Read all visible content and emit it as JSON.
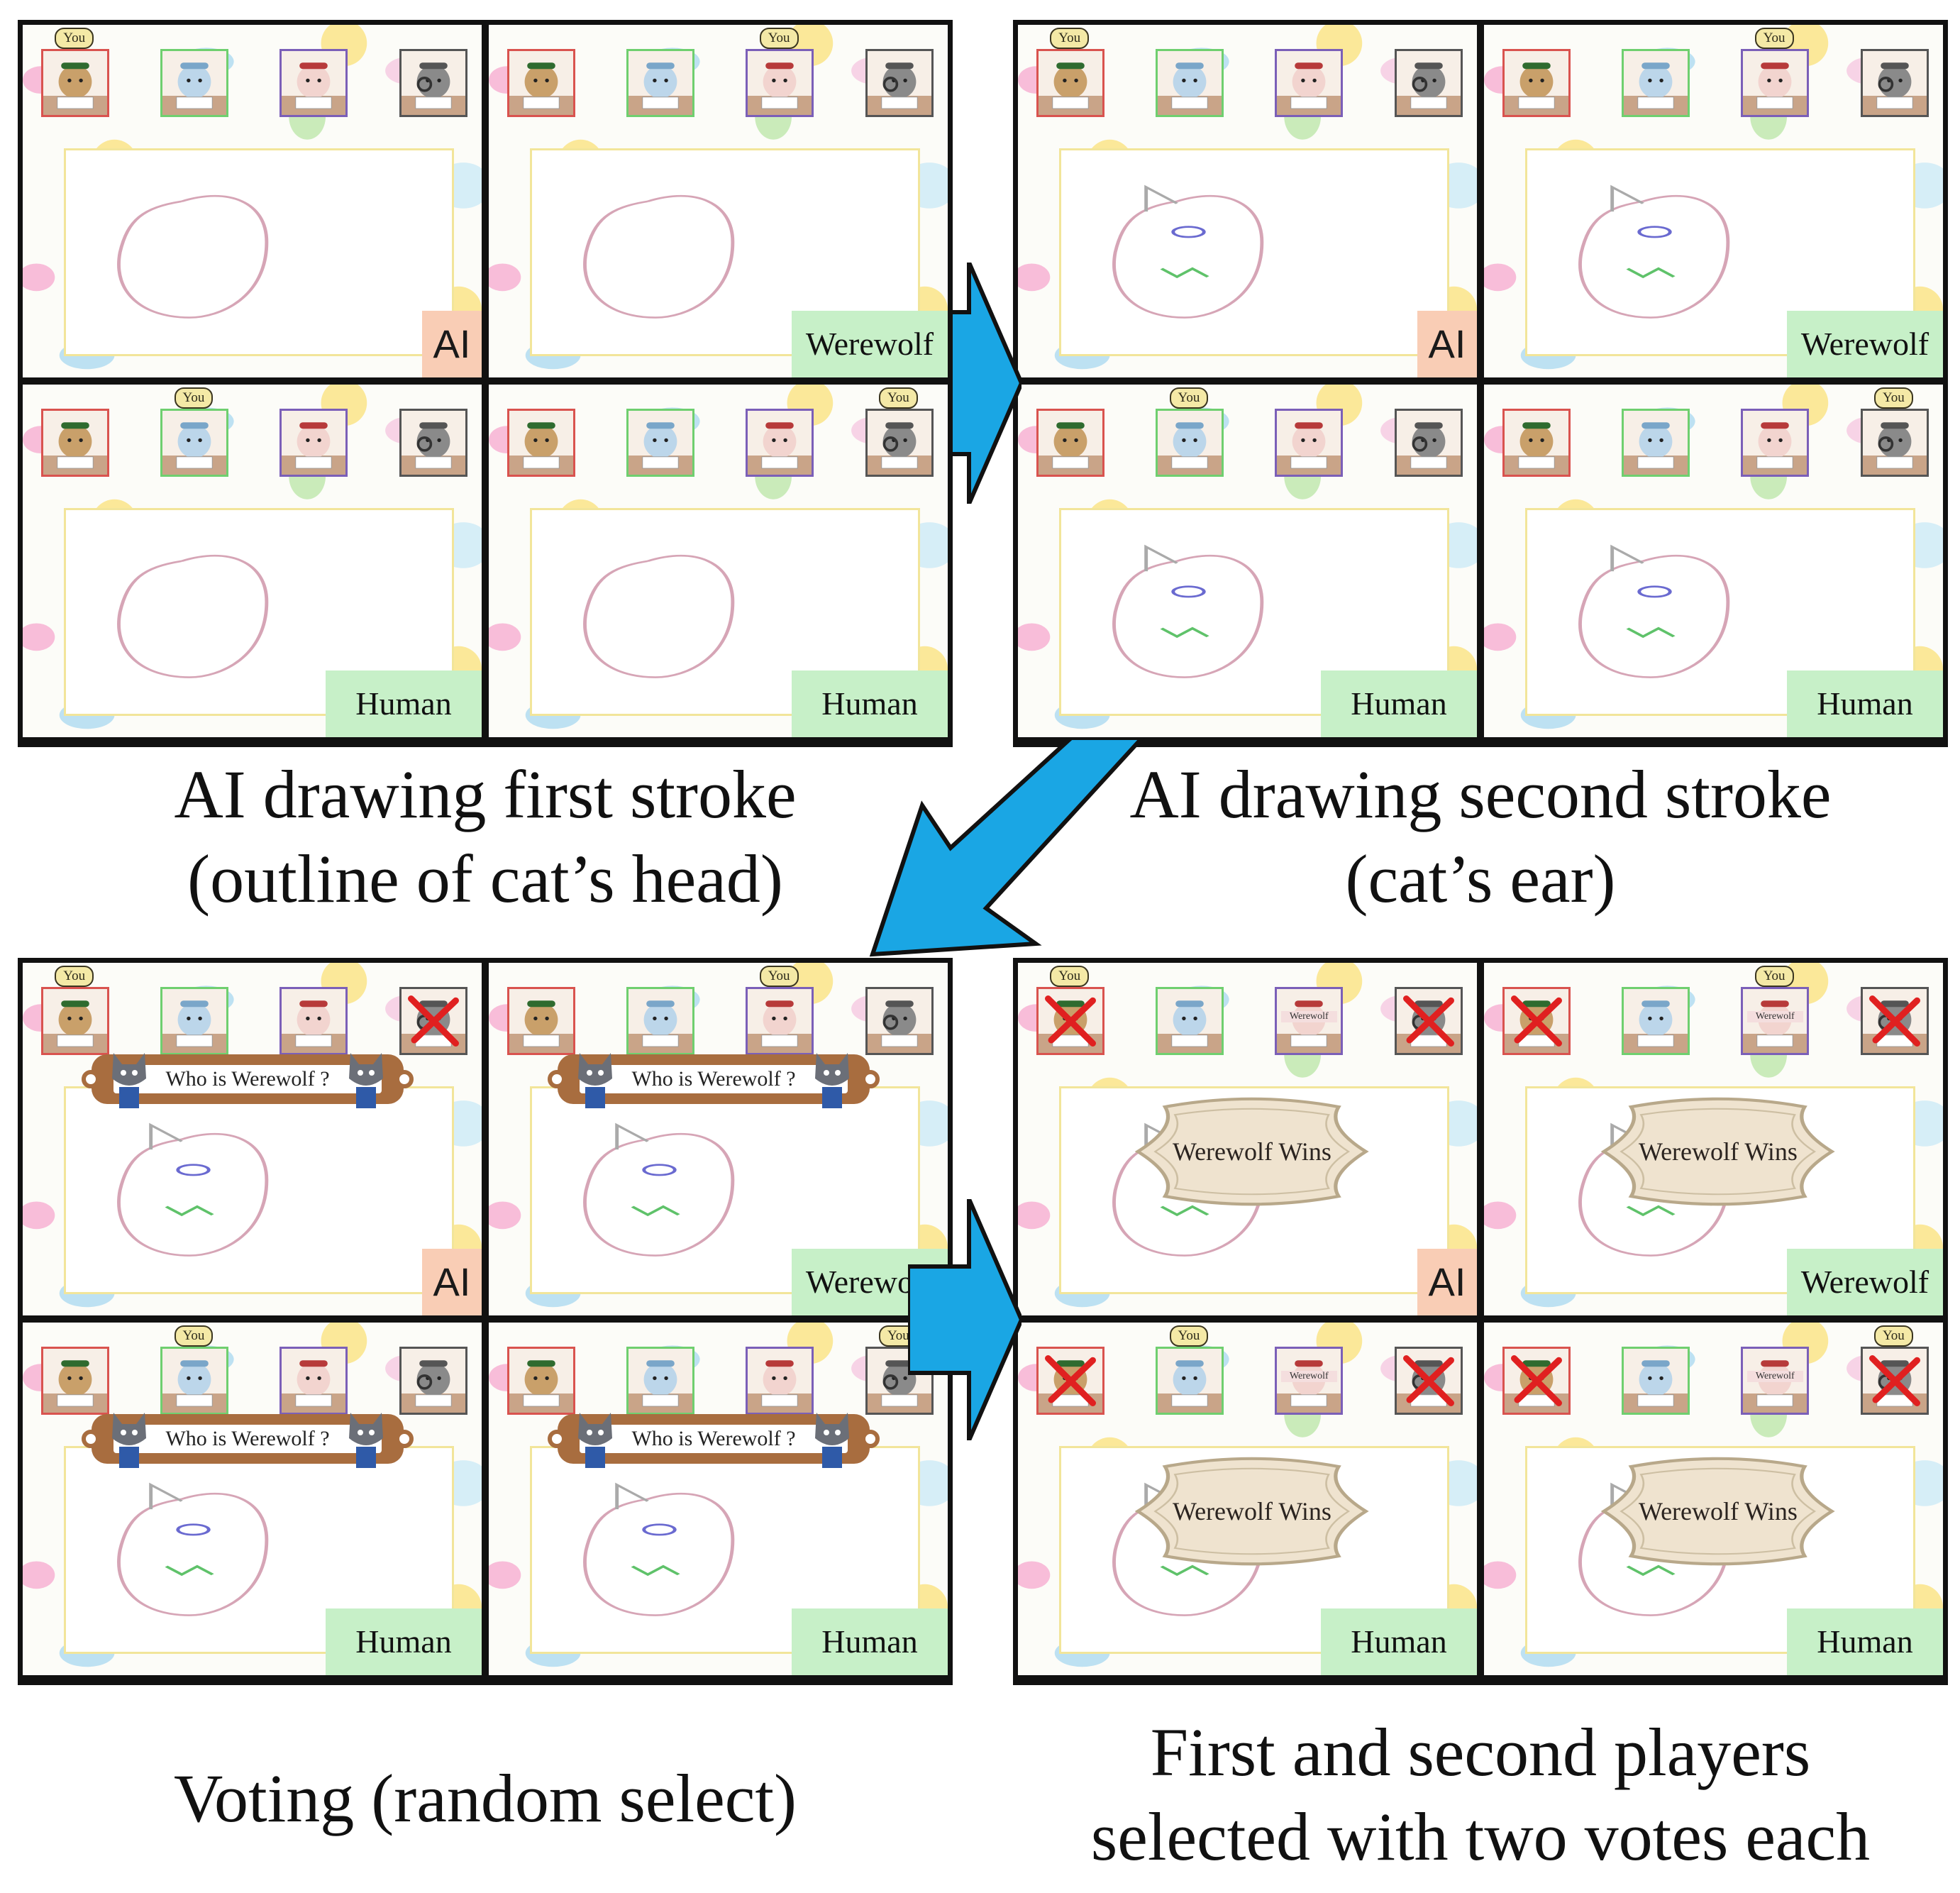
{
  "captions": {
    "q1": [
      "AI drawing first stroke",
      "(outline of cat’s head)"
    ],
    "q2": [
      "AI drawing second stroke",
      "(cat’s ear)"
    ],
    "q3": [
      "Voting (random select)"
    ],
    "q4": [
      "First and second players",
      "selected with two votes each"
    ]
  },
  "labels": {
    "you": "You",
    "ai": "AI",
    "werewolf": "Werewolf",
    "human": "Human",
    "who_is_werewolf": "Who is Werewolf ?",
    "werewolf_wins": "Werewolf Wins",
    "werewolf_tag": "Werewolf"
  },
  "icons": {
    "avatars": [
      "bear-avatar-icon",
      "bird-avatar-icon",
      "dog-avatar-icon",
      "wolf-detective-avatar-icon"
    ],
    "arrows": [
      "right-arrow-icon",
      "down-left-arrow-icon",
      "right-arrow-icon"
    ]
  },
  "colors": {
    "avatar_frames": [
      "#d9534f",
      "#6fcf6f",
      "#7b5fb8",
      "#555555"
    ],
    "ai_badge": "#f9cdb5",
    "role_badge": "#c7f0c8",
    "arrow": "#1aa6e4",
    "vote_cross": "#e02020"
  }
}
